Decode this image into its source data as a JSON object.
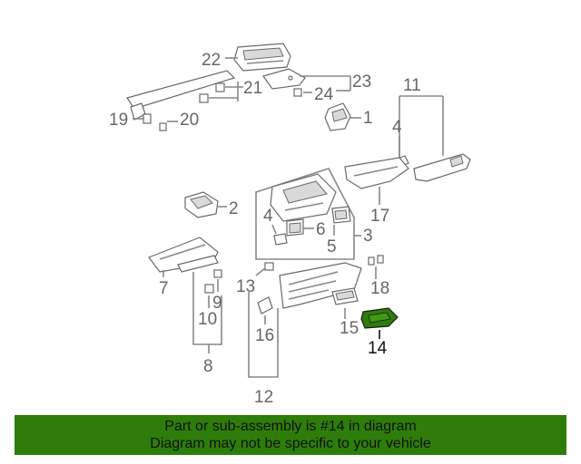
{
  "labels": {
    "n1": "1",
    "n2": "2",
    "n3": "3",
    "n4a": "4",
    "n4b": "4",
    "n5": "5",
    "n6": "6",
    "n7": "7",
    "n8": "8",
    "n9": "9",
    "n10": "10",
    "n11": "11",
    "n12": "12",
    "n13": "13",
    "n14": "14",
    "n15": "15",
    "n16": "16",
    "n17": "17",
    "n18": "18",
    "n19": "19",
    "n20": "20",
    "n21": "21",
    "n22": "22",
    "n23": "23",
    "n24": "24"
  },
  "highlight_part": "14",
  "highlight_color": "#2e7d0a",
  "banner": {
    "line1": "Part or sub-assembly is #14 in diagram",
    "line2": "Diagram may not be specific to your vehicle",
    "background": "#2e7d0a"
  }
}
